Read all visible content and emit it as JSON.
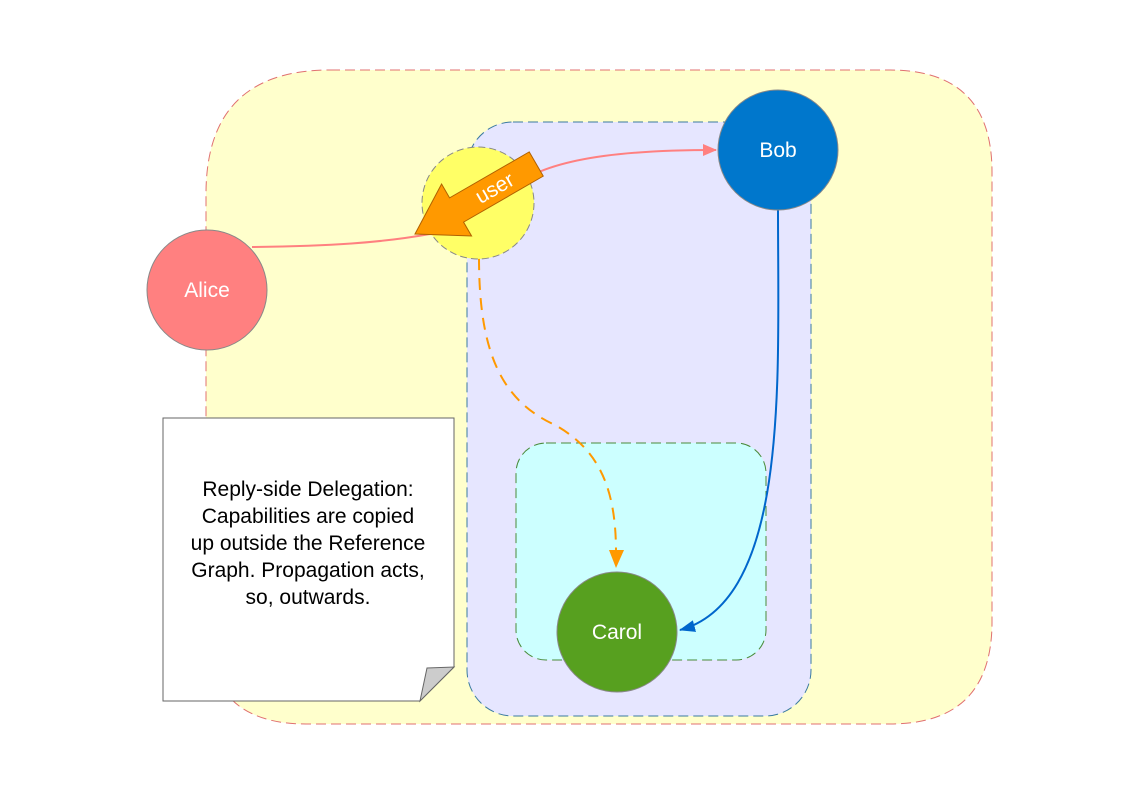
{
  "nodes": {
    "alice": {
      "label": "Alice",
      "color": "#ff8080"
    },
    "bob": {
      "label": "Bob",
      "color": "#0077cc"
    },
    "carol": {
      "label": "Carol",
      "color": "#57a01f"
    },
    "user": {
      "label": "user",
      "color": "#ffff66",
      "arrow_color": "#ff9900"
    }
  },
  "regions": {
    "outer": {
      "fill": "#ffffcc",
      "stroke": "#e07070"
    },
    "middle": {
      "fill": "#e6e6ff",
      "stroke": "#3a7aa0"
    },
    "inner": {
      "fill": "#ccffff",
      "stroke": "#4a8a3a"
    }
  },
  "edges": {
    "alice_to_user": {
      "color": "#ff8080"
    },
    "user_to_bob": {
      "color": "#ff8080"
    },
    "bob_to_carol": {
      "color": "#0066cc"
    },
    "user_to_carol": {
      "color": "#ff9900"
    }
  },
  "note": {
    "line1": "Reply-side Delegation:",
    "line2": "Capabilities are copied",
    "line3": "up outside the Reference",
    "line4": "Graph. Propagation acts,",
    "line5": "so, outwards."
  }
}
